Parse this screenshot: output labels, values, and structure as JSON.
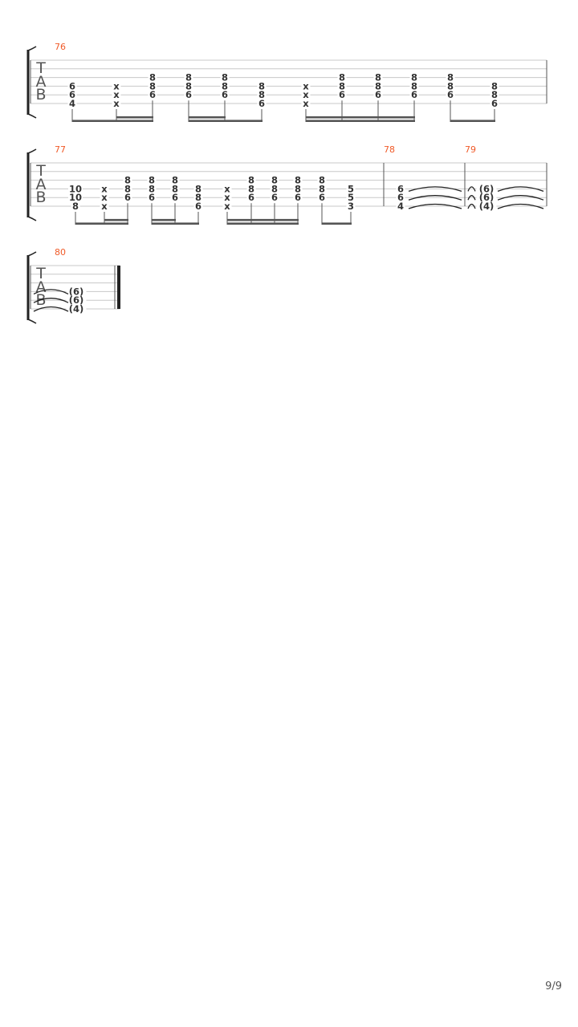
{
  "page_number": "9/9",
  "colors": {
    "measure_number": "#f05a28",
    "notation": "#333333",
    "staff_line": "#c8c8c8"
  },
  "tab_clef": [
    "T",
    "A",
    "B"
  ],
  "systems": [
    {
      "measures": [
        {
          "number": "76",
          "beats": [
            {
              "notes": [
                [
                  3,
                  "6"
                ],
                [
                  4,
                  "6"
                ],
                [
                  5,
                  "4"
                ]
              ]
            },
            {
              "notes": [
                [
                  3,
                  "x"
                ],
                [
                  4,
                  "x"
                ],
                [
                  5,
                  "x"
                ]
              ]
            },
            {
              "notes": [
                [
                  2,
                  "8"
                ],
                [
                  3,
                  "8"
                ],
                [
                  4,
                  "6"
                ]
              ]
            },
            {
              "notes": [
                [
                  2,
                  "8"
                ],
                [
                  3,
                  "8"
                ],
                [
                  4,
                  "6"
                ]
              ]
            },
            {
              "notes": [
                [
                  2,
                  "8"
                ],
                [
                  3,
                  "8"
                ],
                [
                  4,
                  "6"
                ]
              ]
            },
            {
              "notes": [
                [
                  3,
                  "8"
                ],
                [
                  4,
                  "8"
                ],
                [
                  5,
                  "6"
                ]
              ]
            },
            {
              "notes": [
                [
                  3,
                  "x"
                ],
                [
                  4,
                  "x"
                ],
                [
                  5,
                  "x"
                ]
              ]
            },
            {
              "notes": [
                [
                  2,
                  "8"
                ],
                [
                  3,
                  "8"
                ],
                [
                  4,
                  "6"
                ]
              ]
            },
            {
              "notes": [
                [
                  2,
                  "8"
                ],
                [
                  3,
                  "8"
                ],
                [
                  4,
                  "6"
                ]
              ]
            },
            {
              "notes": [
                [
                  2,
                  "8"
                ],
                [
                  3,
                  "8"
                ],
                [
                  4,
                  "6"
                ]
              ]
            },
            {
              "notes": [
                [
                  2,
                  "8"
                ],
                [
                  3,
                  "8"
                ],
                [
                  4,
                  "6"
                ]
              ]
            },
            {
              "notes": [
                [
                  3,
                  "8"
                ],
                [
                  4,
                  "8"
                ],
                [
                  5,
                  "6"
                ]
              ]
            }
          ],
          "beam_groups": [
            {
              "beats": [
                0,
                1,
                2
              ],
              "segments": [
                [
                  0,
                  2,
                  1
                ],
                [
                  1,
                  2,
                  2
                ]
              ]
            },
            {
              "beats": [
                3,
                4,
                5
              ],
              "segments": [
                [
                  0,
                  2,
                  1
                ],
                [
                  0,
                  1,
                  2
                ]
              ]
            },
            {
              "beats": [
                6,
                7,
                8,
                9
              ],
              "segments": [
                [
                  0,
                  3,
                  1
                ],
                [
                  0,
                  3,
                  2
                ]
              ]
            },
            {
              "beats": [
                10,
                11
              ],
              "segments": [
                [
                  0,
                  1,
                  1
                ]
              ]
            }
          ]
        }
      ]
    },
    {
      "measures": [
        {
          "number": "77",
          "beats": [
            {
              "notes": [
                [
                  3,
                  "10"
                ],
                [
                  4,
                  "10"
                ],
                [
                  5,
                  "8"
                ]
              ]
            },
            {
              "notes": [
                [
                  3,
                  "x"
                ],
                [
                  4,
                  "x"
                ],
                [
                  5,
                  "x"
                ]
              ]
            },
            {
              "notes": [
                [
                  2,
                  "8"
                ],
                [
                  3,
                  "8"
                ],
                [
                  4,
                  "6"
                ]
              ]
            },
            {
              "notes": [
                [
                  2,
                  "8"
                ],
                [
                  3,
                  "8"
                ],
                [
                  4,
                  "6"
                ]
              ]
            },
            {
              "notes": [
                [
                  2,
                  "8"
                ],
                [
                  3,
                  "8"
                ],
                [
                  4,
                  "6"
                ]
              ]
            },
            {
              "notes": [
                [
                  3,
                  "8"
                ],
                [
                  4,
                  "8"
                ],
                [
                  5,
                  "6"
                ]
              ]
            },
            {
              "notes": [
                [
                  3,
                  "x"
                ],
                [
                  4,
                  "x"
                ],
                [
                  5,
                  "x"
                ]
              ]
            },
            {
              "notes": [
                [
                  2,
                  "8"
                ],
                [
                  3,
                  "8"
                ],
                [
                  4,
                  "6"
                ]
              ]
            },
            {
              "notes": [
                [
                  2,
                  "8"
                ],
                [
                  3,
                  "8"
                ],
                [
                  4,
                  "6"
                ]
              ]
            },
            {
              "notes": [
                [
                  2,
                  "8"
                ],
                [
                  3,
                  "8"
                ],
                [
                  4,
                  "6"
                ]
              ]
            },
            {
              "notes": [
                [
                  2,
                  "8"
                ],
                [
                  3,
                  "8"
                ],
                [
                  4,
                  "6"
                ]
              ]
            },
            {
              "notes": [
                [
                  3,
                  "5"
                ],
                [
                  4,
                  "5"
                ],
                [
                  5,
                  "3"
                ]
              ]
            }
          ],
          "beam_groups": [
            {
              "beats": [
                0,
                1,
                2
              ],
              "segments": [
                [
                  0,
                  2,
                  1
                ],
                [
                  1,
                  2,
                  2
                ]
              ]
            },
            {
              "beats": [
                3,
                4,
                5
              ],
              "segments": [
                [
                  0,
                  2,
                  1
                ],
                [
                  0,
                  1,
                  2
                ]
              ]
            },
            {
              "beats": [
                6,
                7,
                8,
                9
              ],
              "segments": [
                [
                  0,
                  3,
                  1
                ],
                [
                  0,
                  3,
                  2
                ]
              ]
            },
            {
              "beats": [
                10,
                11
              ],
              "segments": [
                [
                  0,
                  1,
                  1
                ]
              ]
            }
          ]
        },
        {
          "number": "78",
          "beats": [
            {
              "notes": [
                [
                  3,
                  "6"
                ],
                [
                  4,
                  "6"
                ],
                [
                  5,
                  "4"
                ]
              ],
              "tie_out": true
            }
          ],
          "beam_groups": []
        },
        {
          "number": "79",
          "beats": [
            {
              "notes": [
                [
                  3,
                  "(6)"
                ],
                [
                  4,
                  "(6)"
                ],
                [
                  5,
                  "(4)"
                ]
              ],
              "tie_in": true,
              "tie_out": true
            }
          ],
          "beam_groups": []
        }
      ]
    },
    {
      "measures": [
        {
          "number": "80",
          "beats": [
            {
              "notes": [
                [
                  3,
                  "(6)"
                ],
                [
                  4,
                  "(6)"
                ],
                [
                  5,
                  "(4)"
                ]
              ],
              "tie_in": true
            }
          ],
          "beam_groups": [],
          "final_barline": true
        }
      ]
    }
  ]
}
